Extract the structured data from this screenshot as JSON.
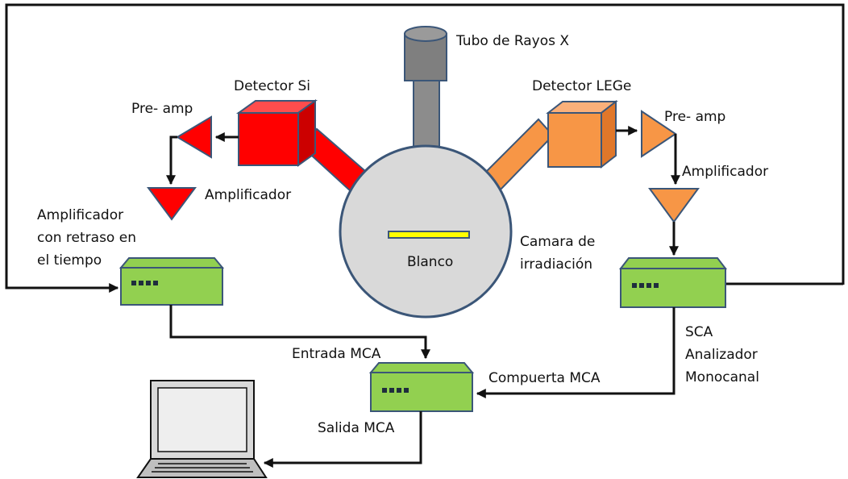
{
  "labels": {
    "xray_tube": "Tubo de Rayos X",
    "det_si": "Detector Si",
    "det_lege": "Detector LEGe",
    "preamp_left": "Pre- amp",
    "preamp_right": "Pre- amp",
    "amp_left": "Amplificador",
    "amp_right": "Amplificador",
    "delay_amp_line1": "Amplificador",
    "delay_amp_line2": "con retraso en",
    "delay_amp_line3": "el tiempo",
    "target": "Blanco",
    "chamber_line1": "Camara de",
    "chamber_line2": "irradiación",
    "mca_input": "Entrada MCA",
    "mca_gate": "Compuerta MCA",
    "mca_output": "Salida MCA",
    "sca_line1": "SCA",
    "sca_line2": "Analizador",
    "sca_line3": "Monocanal"
  },
  "colors": {
    "si_red": "#ff0000",
    "lege_orange": "#f79646",
    "module_green": "#92d050",
    "chamber_fill": "#d9d9d9",
    "chamber_stroke": "#3b5678",
    "tube_gray": "#8c8c8c",
    "target_yellow": "#ffff00"
  }
}
